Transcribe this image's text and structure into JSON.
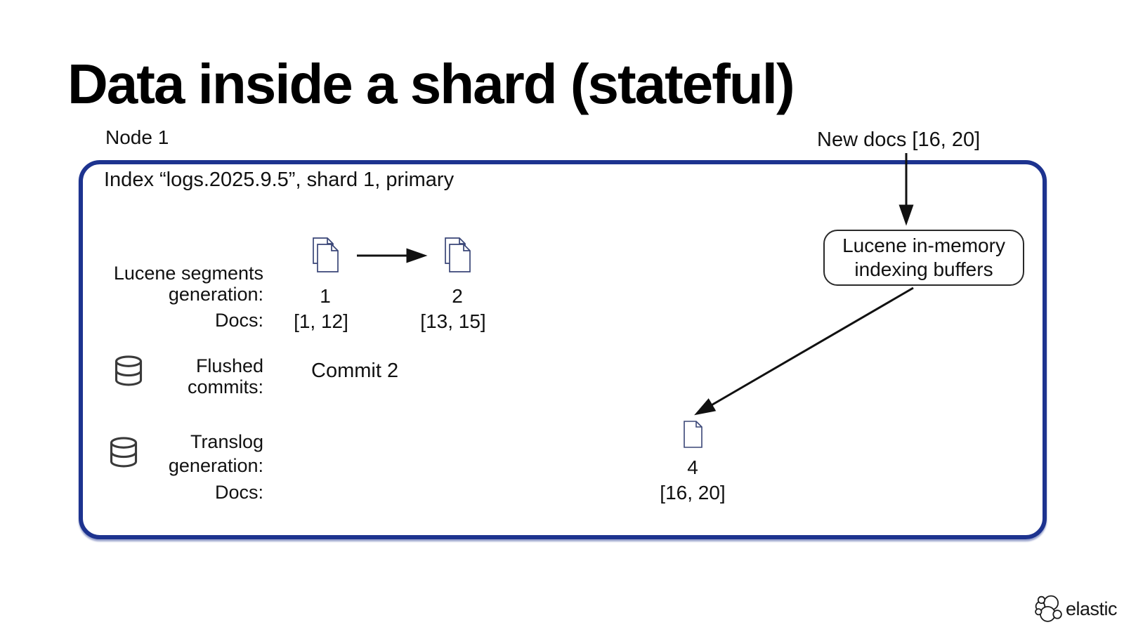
{
  "slide": {
    "title": "Data inside a shard (stateful)",
    "node_label": "Node 1",
    "index_label": "Index “logs.2025.9.5”, shard 1, primary",
    "new_docs_label": "New docs [16, 20]",
    "buffers_box": {
      "line1": "Lucene in-memory",
      "line2": "indexing buffers"
    },
    "segments_row": {
      "label_line1": "Lucene segments",
      "label_line2": "generation:",
      "docs_label": "Docs:",
      "items": [
        {
          "generation": "1",
          "docs": "[1, 12]"
        },
        {
          "generation": "2",
          "docs": "[13, 15]"
        }
      ]
    },
    "commits_row": {
      "label_line1": "Flushed",
      "label_line2": "commits:",
      "value": "Commit 2"
    },
    "translog_row": {
      "label_line1": "Translog",
      "label_line2": "generation:",
      "docs_label": "Docs:",
      "items": [
        {
          "generation": "4",
          "docs": "[16, 20]"
        }
      ]
    },
    "logo_text": "elastic",
    "icons": {
      "segment": "documents-icon",
      "translog_file": "document-icon",
      "storage": "database-icon",
      "brand": "elastic-cluster-icon"
    },
    "colors": {
      "shard_box_border": "#1d338f",
      "doc_icon_stroke": "#3a4677",
      "db_icon_stroke": "#3a3a3a",
      "arrow": "#111111",
      "title": "#000000"
    }
  }
}
